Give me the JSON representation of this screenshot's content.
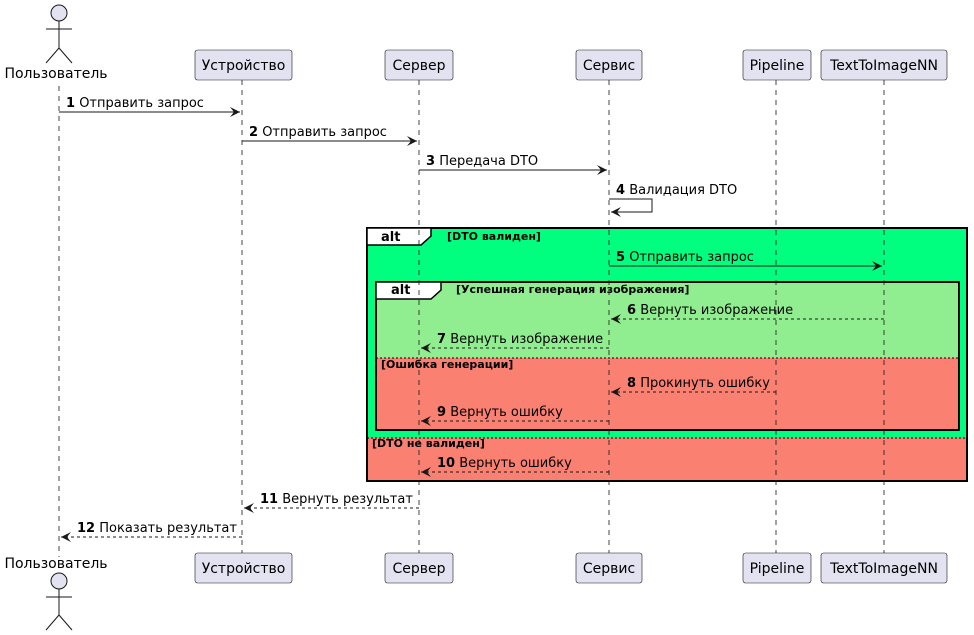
{
  "participants": [
    {
      "id": "user",
      "label": "Пользователь",
      "kind": "actor"
    },
    {
      "id": "device",
      "label": "Устройство",
      "kind": "participant"
    },
    {
      "id": "server",
      "label": "Сервер",
      "kind": "participant"
    },
    {
      "id": "service",
      "label": "Сервис",
      "kind": "participant"
    },
    {
      "id": "pipeline",
      "label": "Pipeline",
      "kind": "participant"
    },
    {
      "id": "nn",
      "label": "TextToImageNN",
      "kind": "participant"
    }
  ],
  "messages": [
    {
      "n": "1",
      "label": "Отправить запрос",
      "from": "user",
      "to": "device",
      "style": "solid"
    },
    {
      "n": "2",
      "label": "Отправить запрос",
      "from": "device",
      "to": "server",
      "style": "solid"
    },
    {
      "n": "3",
      "label": "Передача DTO",
      "from": "server",
      "to": "service",
      "style": "solid"
    },
    {
      "n": "4",
      "label": "Валидация DTO",
      "from": "service",
      "to": "service",
      "style": "solid"
    },
    {
      "n": "5",
      "label": "Отправить запрос",
      "from": "service",
      "to": "nn",
      "style": "solid"
    },
    {
      "n": "6",
      "label": "Вернуть изображение",
      "from": "nn",
      "to": "service",
      "style": "dashed"
    },
    {
      "n": "7",
      "label": "Вернуть изображение",
      "from": "service",
      "to": "server",
      "style": "dashed"
    },
    {
      "n": "8",
      "label": "Прокинуть ошибку",
      "from": "pipeline",
      "to": "service",
      "style": "dashed"
    },
    {
      "n": "9",
      "label": "Вернуть ошибку",
      "from": "service",
      "to": "server",
      "style": "dashed"
    },
    {
      "n": "10",
      "label": "Вернуть ошибку",
      "from": "service",
      "to": "server",
      "style": "dashed"
    },
    {
      "n": "11",
      "label": "Вернуть результат",
      "from": "server",
      "to": "device",
      "style": "dashed"
    },
    {
      "n": "12",
      "label": "Показать результат",
      "from": "device",
      "to": "user",
      "style": "dashed"
    }
  ],
  "fragments": {
    "outer": {
      "keyword": "alt",
      "guard": "[DTO валиден]",
      "else_guard": "[DTO не валиден]"
    },
    "inner": {
      "keyword": "alt",
      "guard": "[Успешная генерация изображения]",
      "else_guard": "[Ошибка генерации]"
    }
  },
  "colors": {
    "participant_fill": "#e2e2f0",
    "participant_border": "#181818",
    "lifeline": "#181818",
    "arrow": "#181818",
    "outer_alt_fill": "#00ff7f",
    "inner_alt_fill": "#90ee90",
    "error_fill": "#fa8072"
  }
}
